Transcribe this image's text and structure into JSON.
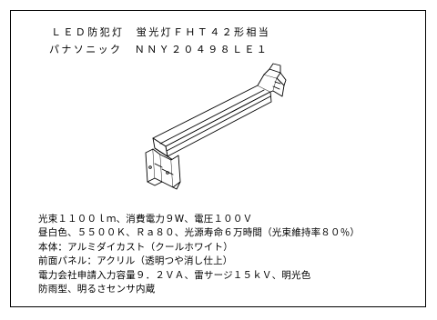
{
  "header": {
    "line1": "ＬＥＤ防犯灯　蛍光灯ＦＨＴ４２形相当",
    "line2": "パナソニック　ＮＮＹ２０４９８ＬＥ１"
  },
  "illustration": {
    "icon": "led-security-light-fixture-drawing"
  },
  "specs": [
    "光束１１００ｌｍ、消費電力９W、電圧１００Ｖ",
    "昼白色、５５００Ｋ、Ｒａ８０、光源寿命６万時間（光束維持率８０％）",
    "本体：アルミダイカスト（クールホワイト）",
    "前面パネル：アクリル（透明つや消し仕上）",
    "電力会社申請入力容量９．２ＶＡ、雷サージ１５ｋＶ、明光色",
    "防雨型、明るさセンサ内蔵"
  ]
}
